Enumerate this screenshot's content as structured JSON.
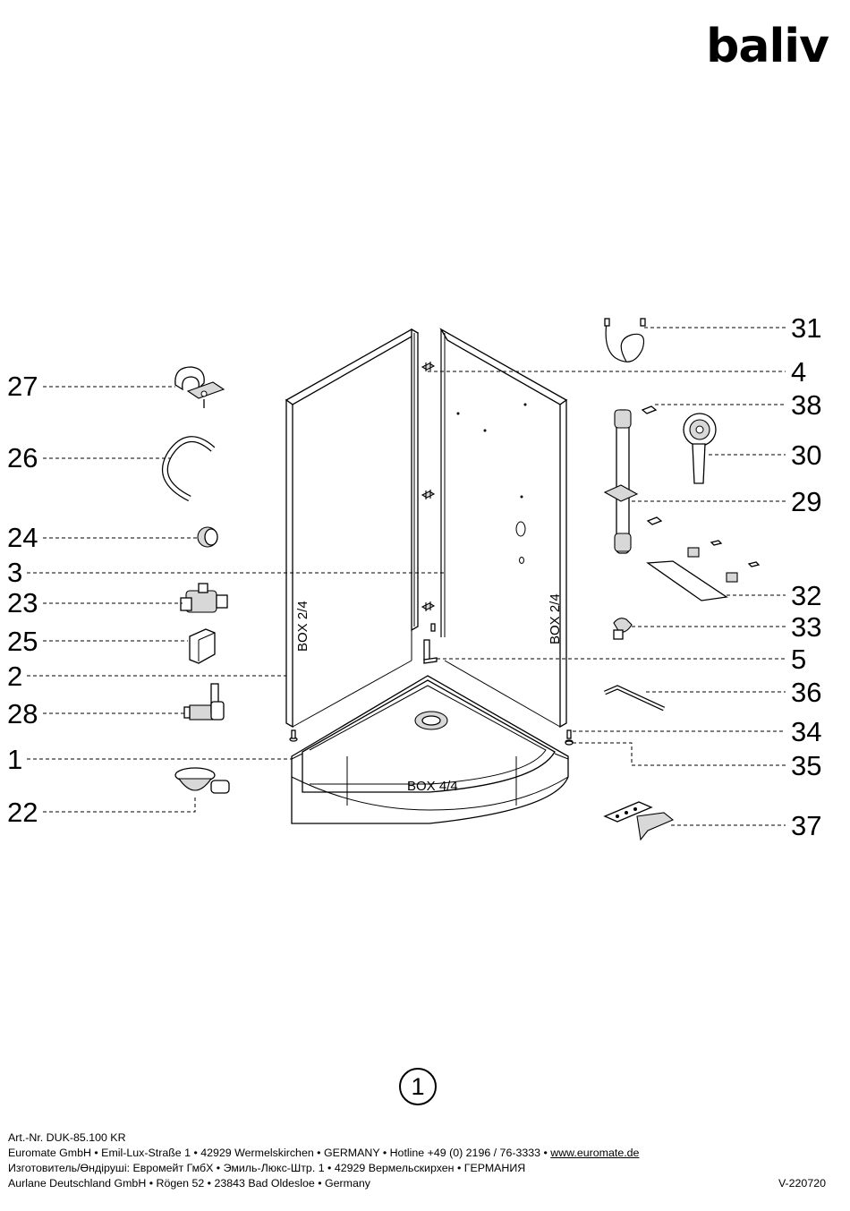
{
  "brand": "baliv",
  "page_number": "1",
  "labels": {
    "box_left": "BOX 2/4",
    "box_right": "BOX 2/4",
    "box_tray": "BOX 4/4"
  },
  "parts": {
    "p1": "1",
    "p2": "2",
    "p3": "3",
    "p4": "4",
    "p5": "5",
    "p22": "22",
    "p23": "23",
    "p24": "24",
    "p25": "25",
    "p26": "26",
    "p27": "27",
    "p28": "28",
    "p29": "29",
    "p30": "30",
    "p31": "31",
    "p32": "32",
    "p33": "33",
    "p34": "34",
    "p35": "35",
    "p36": "36",
    "p37": "37",
    "p38": "38"
  },
  "footer": {
    "line1": "Art.-Nr. DUK-85.100 KR",
    "line2_text": "Euromate GmbH • Emil-Lux-Straße 1 • 42929 Wermelskirchen • GERMANY • Hotline +49 (0) 2196 / 76-3333 • ",
    "line2_link": "www.euromate.de",
    "line3": "Изготовитель/Өндіруші: Евромейт ГмбХ • Эмиль-Люкс-Штр. 1 • 42929 Вермельскирхен • ГЕРМАНИЯ",
    "line4": "Aurlane Deutschland GmbH • Rögen 52 • 23843 Bad Oldesloe • Germany",
    "version": "V-220720"
  }
}
